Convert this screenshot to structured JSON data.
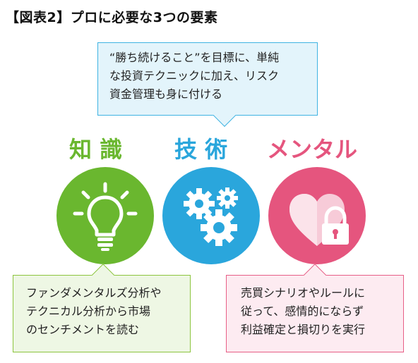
{
  "title": "【図表2】プロに必要な3つの要素",
  "top_note": {
    "lines": [
      "“勝ち続けること”を目標に、単純",
      "な投資テクニックに加え、リスク",
      "資金管理も身に付ける"
    ]
  },
  "pillars": [
    {
      "label": "知 識",
      "color": "#6ab72f",
      "icon": "lightbulb-icon"
    },
    {
      "label": "技 術",
      "color": "#2aa6dc",
      "icon": "gears-icon"
    },
    {
      "label": "メンタル",
      "color": "#e5557e",
      "icon": "heart-lock-icon"
    }
  ],
  "knowledge_note": {
    "lines": [
      "ファンダメンタルズ分析や",
      "テクニカル分析から市場",
      "のセンチメントを読む"
    ]
  },
  "mental_note": {
    "lines": [
      "売買シナリオやルールに",
      "従って、感情的にならず",
      "利益確定と損切りを実行"
    ]
  }
}
